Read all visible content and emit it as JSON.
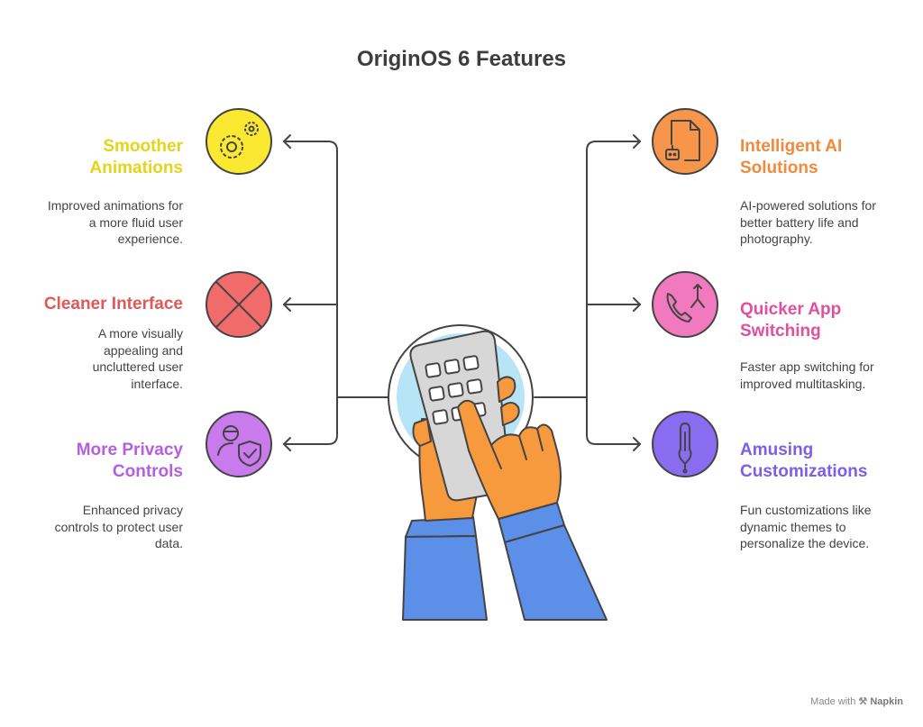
{
  "title": "OriginOS 6 Features",
  "features": {
    "smoother_animations": {
      "heading": "Smoother\nAnimations",
      "description": "Improved animations for\na more fluid user\nexperience.",
      "color": "#E6D419",
      "icon_fill": "#FBE931",
      "icon": "gears-icon"
    },
    "cleaner_interface": {
      "heading": "Cleaner Interface",
      "description": "A more visually\nappealing and\nuncluttered user\ninterface.",
      "color": "#E05858",
      "icon_fill": "#F26B6B",
      "icon": "cross-icon"
    },
    "privacy_controls": {
      "heading": "More Privacy\nControls",
      "description": "Enhanced privacy\ncontrols to protect user\ndata.",
      "color": "#B45FE0",
      "icon_fill": "#C97BEE",
      "icon": "user-shield-icon"
    },
    "ai_solutions": {
      "heading": "Intelligent AI\nSolutions",
      "description": "AI-powered solutions for\nbetter battery life and\nphotography.",
      "color": "#F08A3C",
      "icon_fill": "#F7964A",
      "icon": "document-robot-icon"
    },
    "app_switching": {
      "heading": "Quicker App\nSwitching",
      "description": "Faster app switching for\nimproved multitasking.",
      "color": "#E0509E",
      "icon_fill": "#F07ABD",
      "icon": "phone-split-icon"
    },
    "customizations": {
      "heading": "Amusing\nCustomizations",
      "description": "Fun customizations like\ndynamic themes to\npersonalize the device.",
      "color": "#7B5FE8",
      "icon_fill": "#8A6CF0",
      "icon": "thermometer-icon"
    }
  },
  "footer": {
    "made_with": "Made with",
    "brand": "Napkin"
  }
}
